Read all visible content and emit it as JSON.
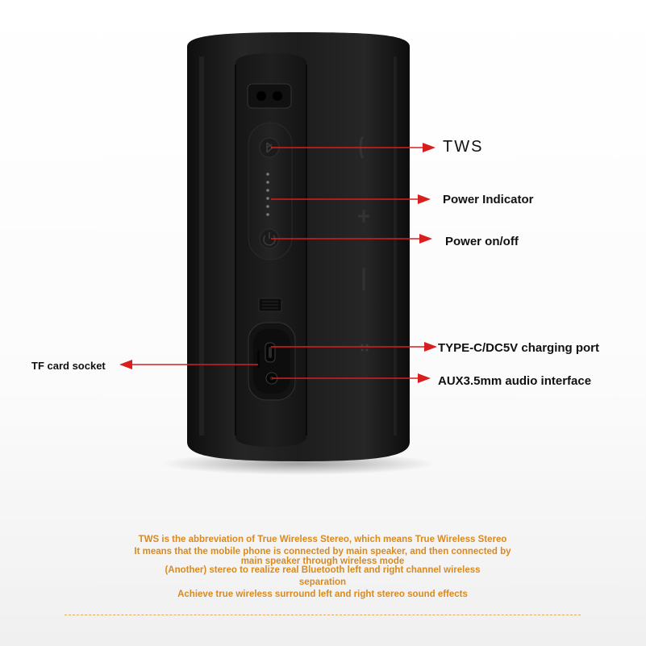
{
  "callouts": {
    "tws": "TWS",
    "power_indicator": "Power Indicator",
    "power_onoff": "Power on/off",
    "typec_port": "TYPE-C/DC5V charging port",
    "aux": "AUX3.5mm audio interface",
    "tf_card": "TF card socket"
  },
  "description": {
    "line1": "TWS is the abbreviation of True Wireless Stereo, which means True Wireless Stereo",
    "line2": "It means that the mobile phone is connected by main speaker, and then connected by",
    "line3": "main speaker through wireless mode",
    "line4": "(Another) stereo to realize real Bluetooth left and right channel wireless",
    "line5": "separation",
    "line6": "Achieve true wireless surround left and right stereo sound effects"
  },
  "colors": {
    "arrow": "#d81e1e",
    "description_text": "#d98a1f",
    "speaker_body": "#1c1c1c",
    "background": "#ffffff"
  },
  "icons": [
    "bluetooth-tws-icon",
    "power-icon",
    "usb-c-port-icon",
    "aux-jack-icon",
    "tf-card-slot-icon",
    "plus-icon",
    "minus-icon",
    "play-pause-icon"
  ]
}
